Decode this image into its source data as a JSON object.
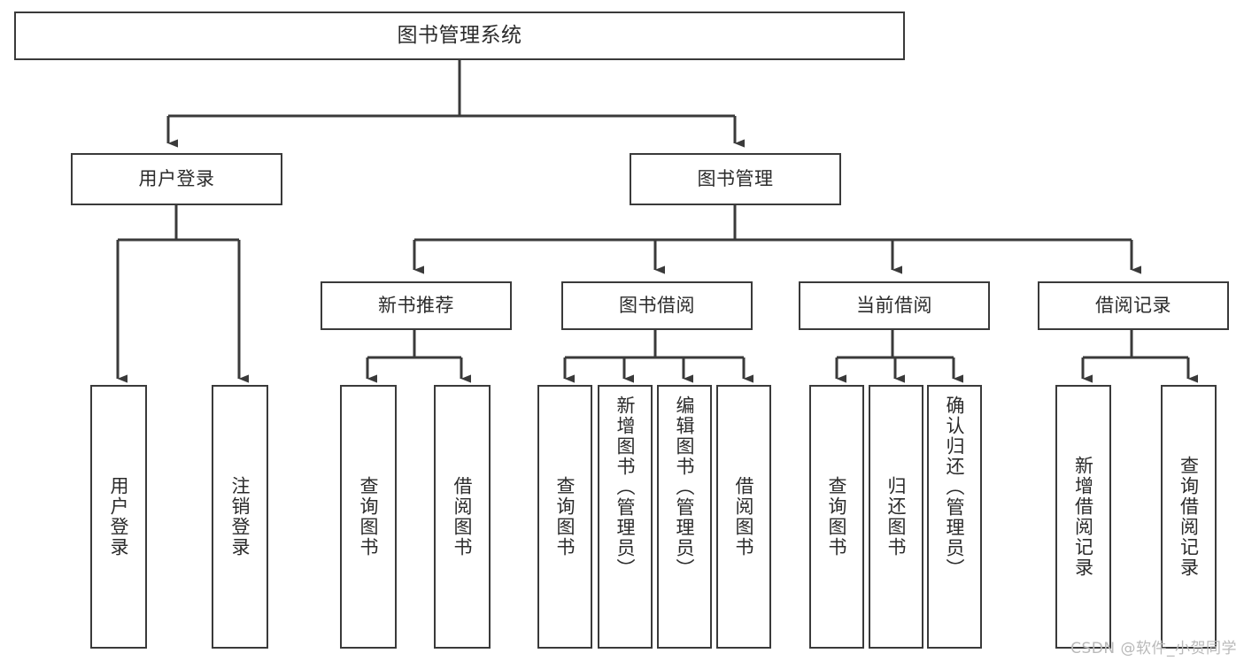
{
  "diagram": {
    "type": "tree",
    "title": "图书管理系统",
    "background": "#ffffff",
    "line_color": "#3a3a3a",
    "box_border_color": "#3a3a3a",
    "text_color": "#2b2b2b"
  },
  "nodes": {
    "root": {
      "label": "图书管理系统",
      "level": 0
    },
    "level1": [
      {
        "id": "user-login",
        "label": "用户登录"
      },
      {
        "id": "book-manage",
        "label": "图书管理"
      }
    ],
    "level2": [
      {
        "id": "new-book-recommend",
        "label": "新书推荐",
        "parent": "book-manage"
      },
      {
        "id": "book-borrow",
        "label": "图书借阅",
        "parent": "book-manage"
      },
      {
        "id": "current-borrow",
        "label": "当前借阅",
        "parent": "book-manage"
      },
      {
        "id": "borrow-record",
        "label": "借阅记录",
        "parent": "book-manage"
      }
    ],
    "leaves": [
      {
        "id": "leaf-user-login",
        "label": "用户登录",
        "parent": "user-login"
      },
      {
        "id": "leaf-logout",
        "label": "注销登录",
        "parent": "user-login"
      },
      {
        "id": "leaf-query-book-1",
        "label": "查询图书",
        "parent": "new-book-recommend"
      },
      {
        "id": "leaf-borrow-book-1",
        "label": "借阅图书",
        "parent": "new-book-recommend"
      },
      {
        "id": "leaf-query-book-2",
        "label": "查询图书",
        "parent": "book-borrow"
      },
      {
        "id": "leaf-add-book",
        "label": "新增图书（管理员）",
        "parent": "book-borrow"
      },
      {
        "id": "leaf-edit-book",
        "label": "编辑图书（管理员）",
        "parent": "book-borrow"
      },
      {
        "id": "leaf-borrow-book-2",
        "label": "借阅图书",
        "parent": "book-borrow"
      },
      {
        "id": "leaf-query-book-3",
        "label": "查询图书",
        "parent": "current-borrow"
      },
      {
        "id": "leaf-return-book",
        "label": "归还图书",
        "parent": "current-borrow"
      },
      {
        "id": "leaf-confirm-return",
        "label": "确认归还（管理员）",
        "parent": "current-borrow"
      },
      {
        "id": "leaf-add-record",
        "label": "新增借阅记录",
        "parent": "borrow-record"
      },
      {
        "id": "leaf-query-record",
        "label": "查询借阅记录",
        "parent": "borrow-record"
      }
    ]
  },
  "watermark": {
    "text": "CSDN @软件_小贺同学"
  }
}
